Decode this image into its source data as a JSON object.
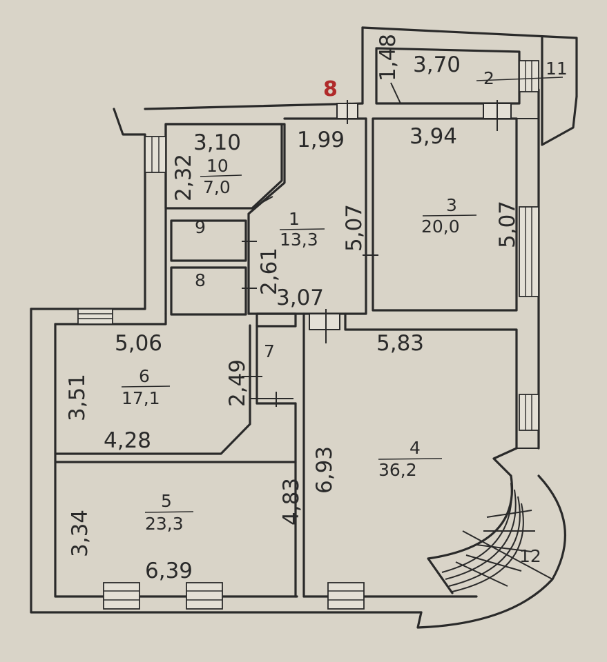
{
  "plan": {
    "colors": {
      "background": "#d9d4c8",
      "line": "#2a2a2a",
      "accent": "#b02a2a"
    },
    "marker": "8",
    "rooms": [
      {
        "id": "1",
        "number": "1",
        "area": "13,3"
      },
      {
        "id": "3",
        "number": "3",
        "area": "20,0"
      },
      {
        "id": "4",
        "number": "4",
        "area": "36,2"
      },
      {
        "id": "5",
        "number": "5",
        "area": "23,3"
      },
      {
        "id": "6",
        "number": "6",
        "area": "17,1"
      },
      {
        "id": "7",
        "number": "7"
      },
      {
        "id": "8",
        "number": "8"
      },
      {
        "id": "9",
        "number": "9"
      },
      {
        "id": "10",
        "number": "10",
        "area": "7,0"
      }
    ],
    "balconies": [
      {
        "id": "2",
        "number": "2"
      },
      {
        "id": "11",
        "number": "11"
      },
      {
        "id": "12",
        "number": "12"
      }
    ],
    "dimensions": {
      "d1_48": "1,48",
      "d3_70": "3,70",
      "d3_10": "3,10",
      "d2_32": "2,32",
      "d1_99": "1,99",
      "d3_94": "3,94",
      "d5_07a": "5,07",
      "d5_07b": "5,07",
      "d2_61": "2,61",
      "d3_07": "3,07",
      "d5_06": "5,06",
      "d3_51": "3,51",
      "d2_49": "2,49",
      "d4_28": "4,28",
      "d5_83": "5,83",
      "d6_93": "6,93",
      "d4_83": "4,83",
      "d3_34": "3,34",
      "d6_39": "6,39"
    }
  }
}
